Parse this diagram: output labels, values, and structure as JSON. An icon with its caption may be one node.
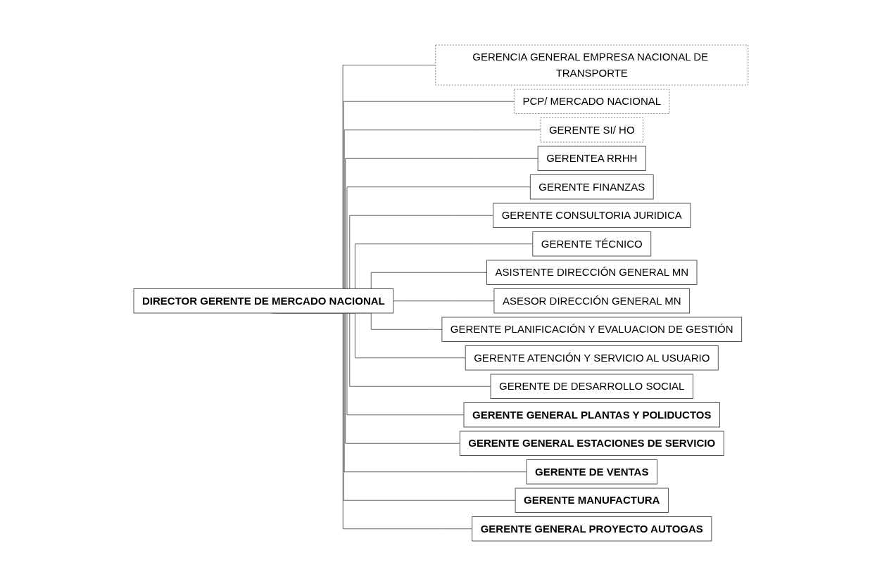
{
  "diagram": {
    "nodes": [
      {
        "text": [
          "DIRECTOR GERENTE DE MERCADO NACIONAL"
        ]
      },
      {
        "text": [
          "GERENCIA GENERAL EMPRESA NACIONAL DE TRANSPORTE"
        ]
      },
      {
        "text": [
          "PCP/ MERCADO NACIONAL"
        ]
      },
      {
        "text": [
          "GERENTE  SI/ HO"
        ]
      },
      {
        "text": [
          "GERENTEA  RRHH"
        ]
      },
      {
        "text": [
          "GERENTE FINANZAS"
        ]
      },
      {
        "text": [
          "GERENTE CONSULTORIA JURIDICA"
        ]
      },
      {
        "text": [
          "GERENTE TÉCNICO"
        ]
      },
      {
        "text": [
          "ASISTENTE DIRECCIÓN GENERAL MN"
        ]
      },
      {
        "text": [
          "ASESOR DIRECCIÓN GENERAL MN"
        ]
      },
      {
        "text": [
          "GERENTE PLANIFICACIÓN Y EVALUACION DE GESTIÓN"
        ]
      },
      {
        "text": [
          "GERENTE ATENCIÓN Y SERVICIO AL USUARIO"
        ]
      },
      {
        "text": [
          "GERENTE DE DESARROLLO SOCIAL"
        ]
      },
      {
        "text": [
          "GERENTE GENERAL PLANTAS Y POLIDUCTOS"
        ]
      },
      {
        "text": [
          "GERENTE GENERAL ESTACIONES DE SERVICIO"
        ]
      },
      {
        "text": [
          "GERENTE DE VENTAS"
        ]
      },
      {
        "text": [
          "GERENTE MANUFACTURA"
        ]
      },
      {
        "text": [
          "GERENTE GENERAL PROYECTO AUTOGAS"
        ]
      }
    ],
    "edges": [
      {
        "from": 0,
        "to": 1,
        "arrow": "none"
      },
      {
        "from": 0,
        "to": 2,
        "arrow": "none"
      },
      {
        "from": 0,
        "to": 3,
        "arrow": "none"
      },
      {
        "from": 0,
        "to": 4,
        "arrow": "none"
      },
      {
        "from": 0,
        "to": 5,
        "arrow": "none"
      },
      {
        "from": 0,
        "to": 6,
        "arrow": "none"
      },
      {
        "from": 0,
        "to": 7,
        "arrow": "none"
      },
      {
        "from": 0,
        "to": 8,
        "arrow": "none"
      },
      {
        "from": 0,
        "to": 9,
        "arrow": "none"
      },
      {
        "from": 0,
        "to": 10,
        "arrow": "none"
      },
      {
        "from": 0,
        "to": 11,
        "arrow": "none"
      },
      {
        "from": 0,
        "to": 12,
        "arrow": "none"
      },
      {
        "from": 0,
        "to": 13,
        "arrow": "none"
      },
      {
        "from": 0,
        "to": 14,
        "arrow": "none"
      },
      {
        "from": 0,
        "to": 15,
        "arrow": "none"
      },
      {
        "from": 0,
        "to": 16,
        "arrow": "none"
      },
      {
        "from": 0,
        "to": 17,
        "arrow": "none"
      }
    ]
  }
}
